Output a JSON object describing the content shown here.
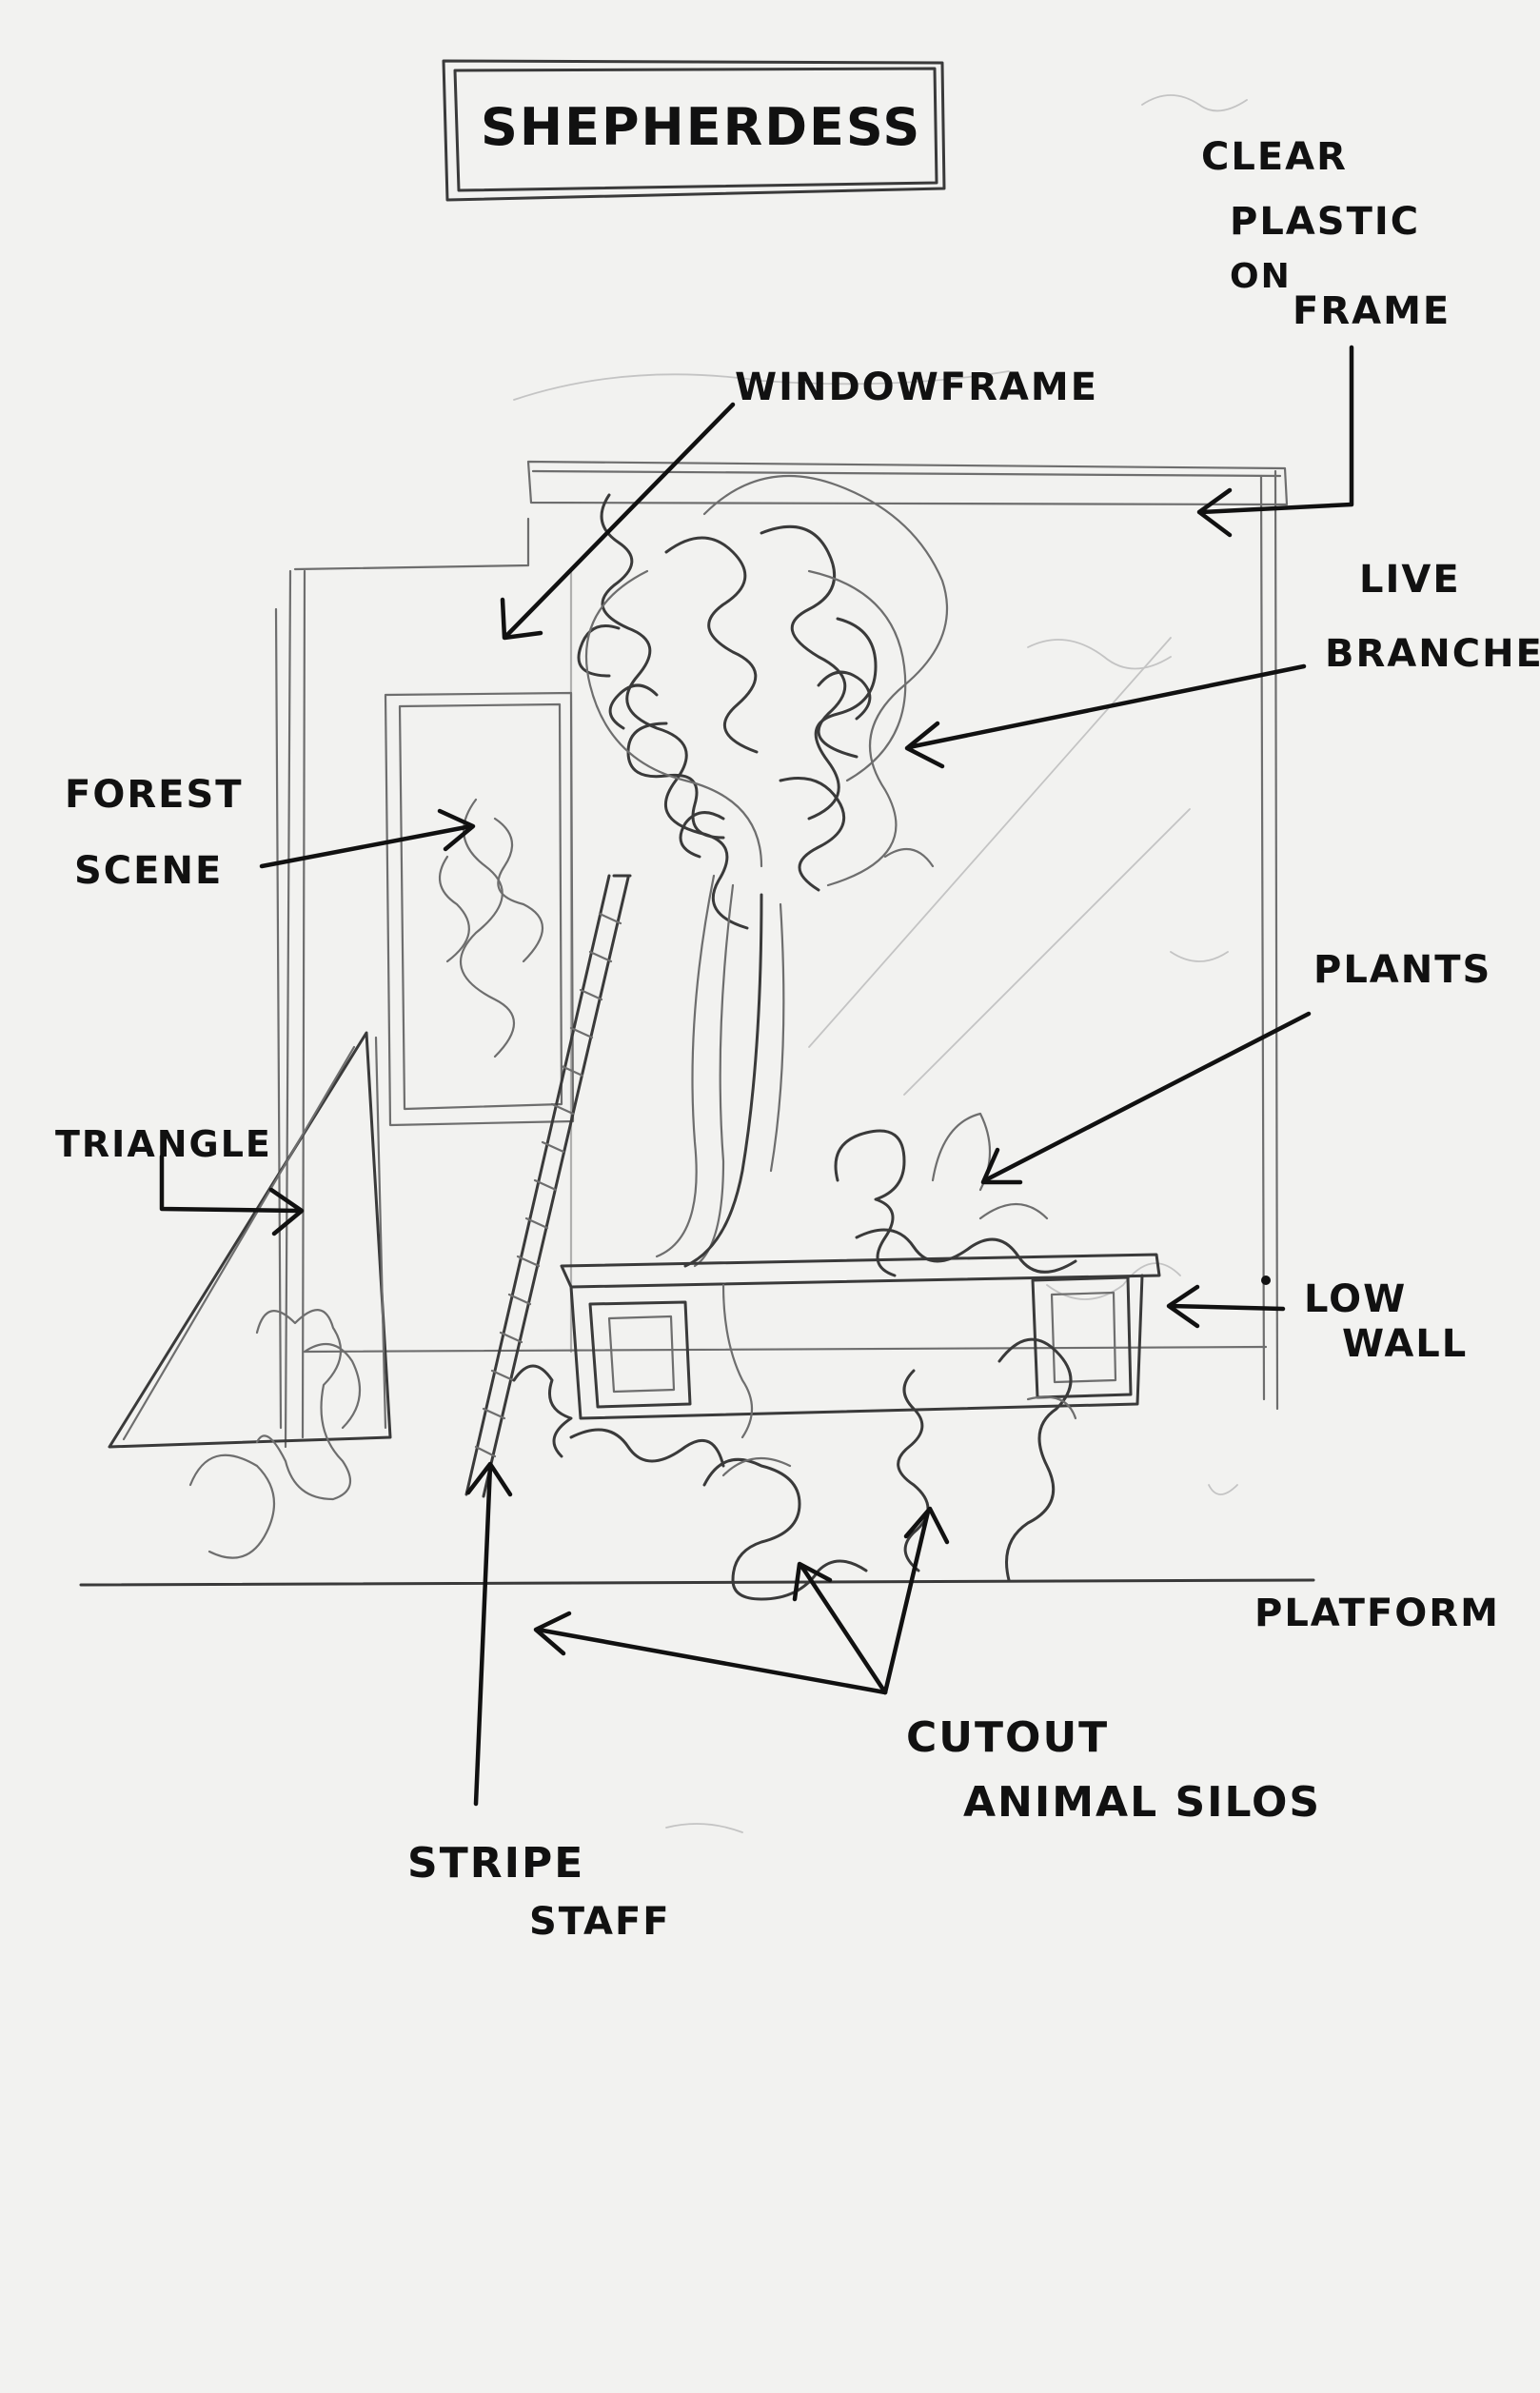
{
  "title": "SHEPHERDESS",
  "labels": {
    "clear_plastic_1": "CLEAR",
    "clear_plastic_2": "PLASTIC",
    "clear_plastic_3": "ON",
    "clear_plastic_4": "FRAME",
    "windowframe": "WINDOWFRAME",
    "live_branches_1": "LIVE",
    "live_branches_2": "BRANCHES",
    "forest_scene_1": "FOREST",
    "forest_scene_2": "SCENE",
    "plants": "PLANTS",
    "triangle": "TRIANGLE",
    "low_wall_1": "LOW",
    "low_wall_2": "WALL",
    "platform": "PLATFORM",
    "cutout_1": "CUTOUT",
    "cutout_2": "ANIMAL SILOS",
    "stripe_staff_1": "STRIPE",
    "stripe_staff_2": "STAFF"
  },
  "colors": {
    "paper": "#f2f2f0",
    "ink": "#111111",
    "pencil": "#6e6e6e"
  }
}
